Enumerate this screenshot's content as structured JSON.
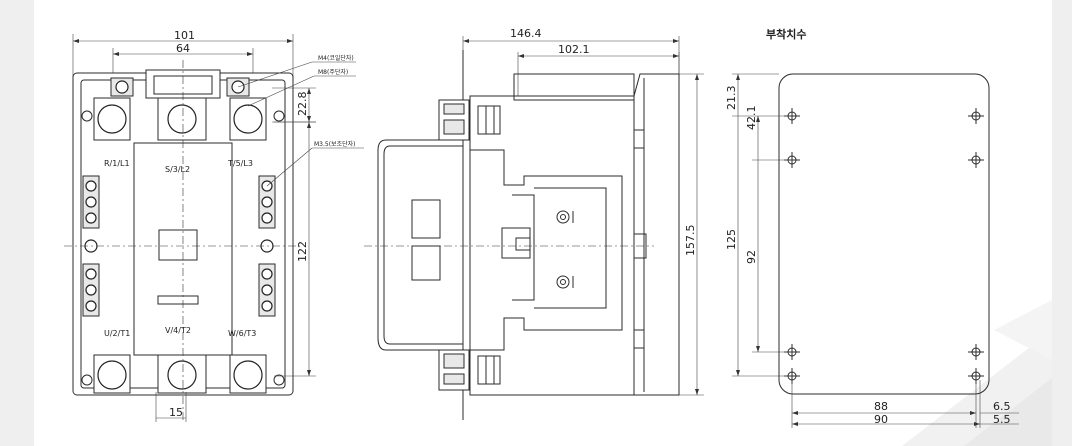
{
  "front_view": {
    "dim_width_outer": "101",
    "dim_width_inner": "64",
    "dim_height": "122",
    "dim_terminal_offset": "22.8",
    "dim_terminal_width": "15",
    "callout_m4": "M4(코일단자)",
    "callout_m8": "M8(주단자)",
    "callout_m35": "M3.5(보조단자)",
    "label_r": "R/1/L1",
    "label_s": "S/3/L2",
    "label_t": "T/5/L3",
    "label_u": "U/2/T1",
    "label_v": "V/4/T2",
    "label_w": "W/6/T3"
  },
  "side_view": {
    "dim_depth_outer": "146.4",
    "dim_depth_inner": "102.1",
    "dim_height": "157.5"
  },
  "mounting_view": {
    "title": "부착치수",
    "dim_top_offset": "21.3",
    "dim_hole_offset": "42.1",
    "dim_height_outer": "125",
    "dim_height_inner": "92",
    "dim_width_88": "88",
    "dim_width_90": "90",
    "dim_slot_65": "6.5",
    "dim_slot_55": "5.5"
  },
  "colors": {
    "background": "#efefef",
    "card": "#ffffff",
    "ink": "#2b2b2b"
  }
}
